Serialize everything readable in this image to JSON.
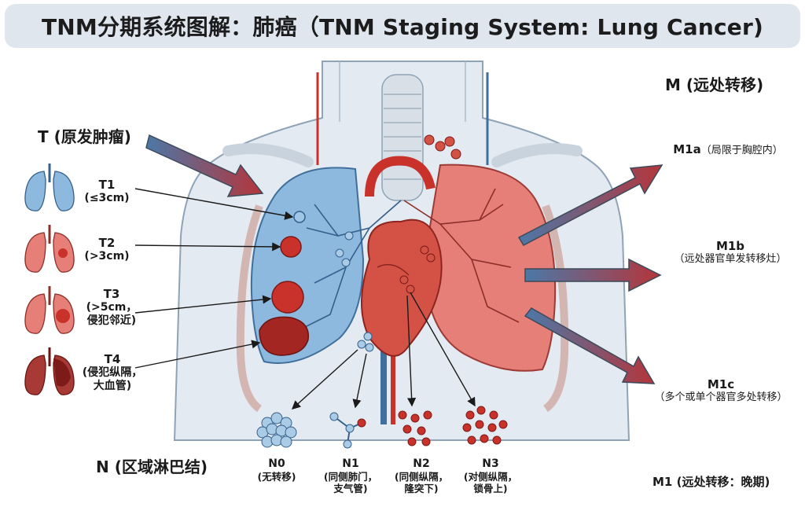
{
  "title": "TNM分期系统图解：肺癌（TNM Staging System: Lung Cancer)",
  "t_section": {
    "header": "T (原发肿瘤)",
    "stages": [
      {
        "name": "T1",
        "desc": "(≤3cm)"
      },
      {
        "name": "T2",
        "desc": "(>3cm)"
      },
      {
        "name": "T3",
        "desc": "(>5cm，\n侵犯邻近)"
      },
      {
        "name": "T4",
        "desc": "(侵犯纵隔，\n大血管)"
      }
    ]
  },
  "n_section": {
    "header": "N (区域淋巴结)",
    "stages": [
      {
        "name": "N0",
        "desc": "(无转移)"
      },
      {
        "name": "N1",
        "desc": "(同侧肺门，\n支气管)"
      },
      {
        "name": "N2",
        "desc": "(同侧纵隔，\n隆突下)"
      },
      {
        "name": "N3",
        "desc": "(对侧纵隔，\n锁骨上)"
      }
    ]
  },
  "m_section": {
    "header": "M (远处转移)",
    "stages": [
      {
        "name": "M1a",
        "desc": "（局限于胸腔内）"
      },
      {
        "name": "M1b",
        "desc": "（远处器官单发转移灶）"
      },
      {
        "name": "M1c",
        "desc": "（多个或单个器官多处转移）"
      }
    ],
    "footer": "M1 (远处转移：晚期)"
  },
  "colors": {
    "lung_blue": "#8db9df",
    "lung_red": "#e57f77",
    "tumor": "#c9322b",
    "arrow_big": "#b5353b",
    "arrow_blue": "#4b78a7",
    "title_bg": "#dfe6ee"
  }
}
